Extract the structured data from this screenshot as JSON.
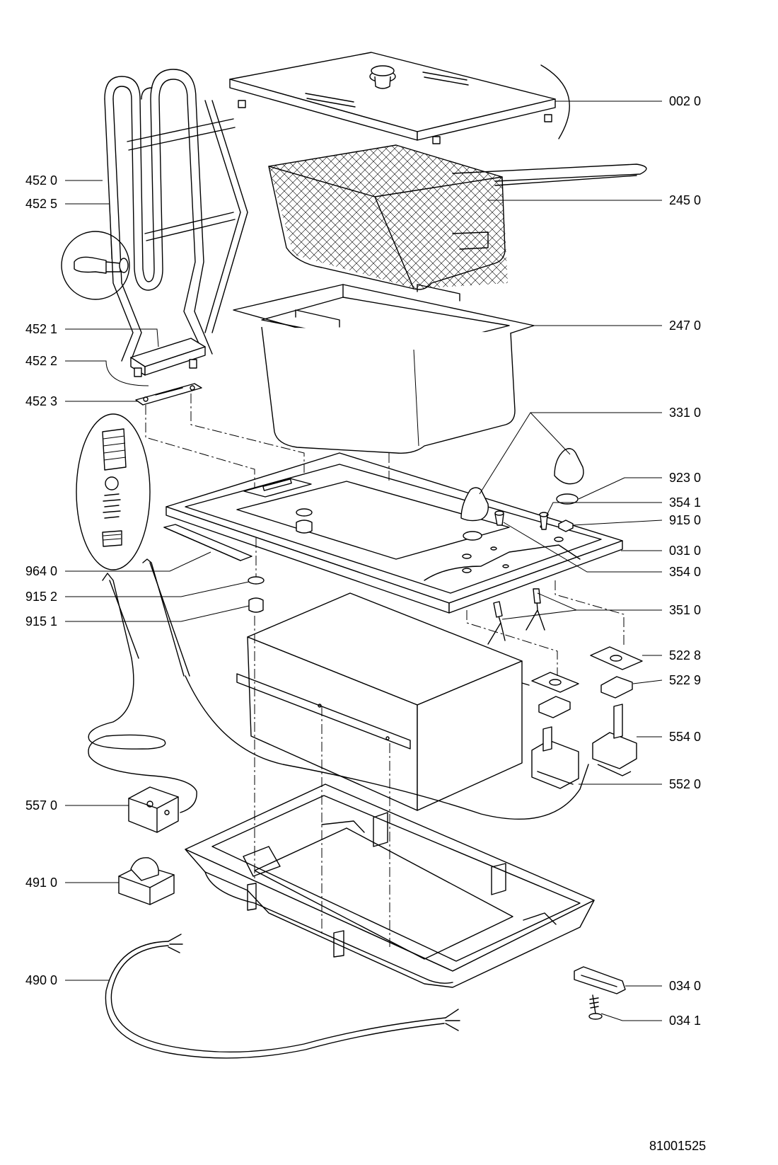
{
  "diagram": {
    "drawing_number": "81001525",
    "part_labels": {
      "p0020": "002 0",
      "p2450": "245 0",
      "p4520": "452 0",
      "p4525": "452 5",
      "p2470": "247 0",
      "p4521": "452 1",
      "p4522": "452 2",
      "p4523": "452 3",
      "p3310": "331 0",
      "p9230": "923 0",
      "p3541": "354 1",
      "p9150": "915 0",
      "p0310": "031 0",
      "p9640": "964 0",
      "p3540": "354 0",
      "p9152": "915 2",
      "p9151": "915 1",
      "p3510": "351 0",
      "p5228": "522 8",
      "p5229": "522 9",
      "p5540": "554 0",
      "p5520": "552 0",
      "p5570": "557 0",
      "p4910": "491 0",
      "p4900": "490 0",
      "p0340": "034 0",
      "p0341": "034 1"
    }
  }
}
